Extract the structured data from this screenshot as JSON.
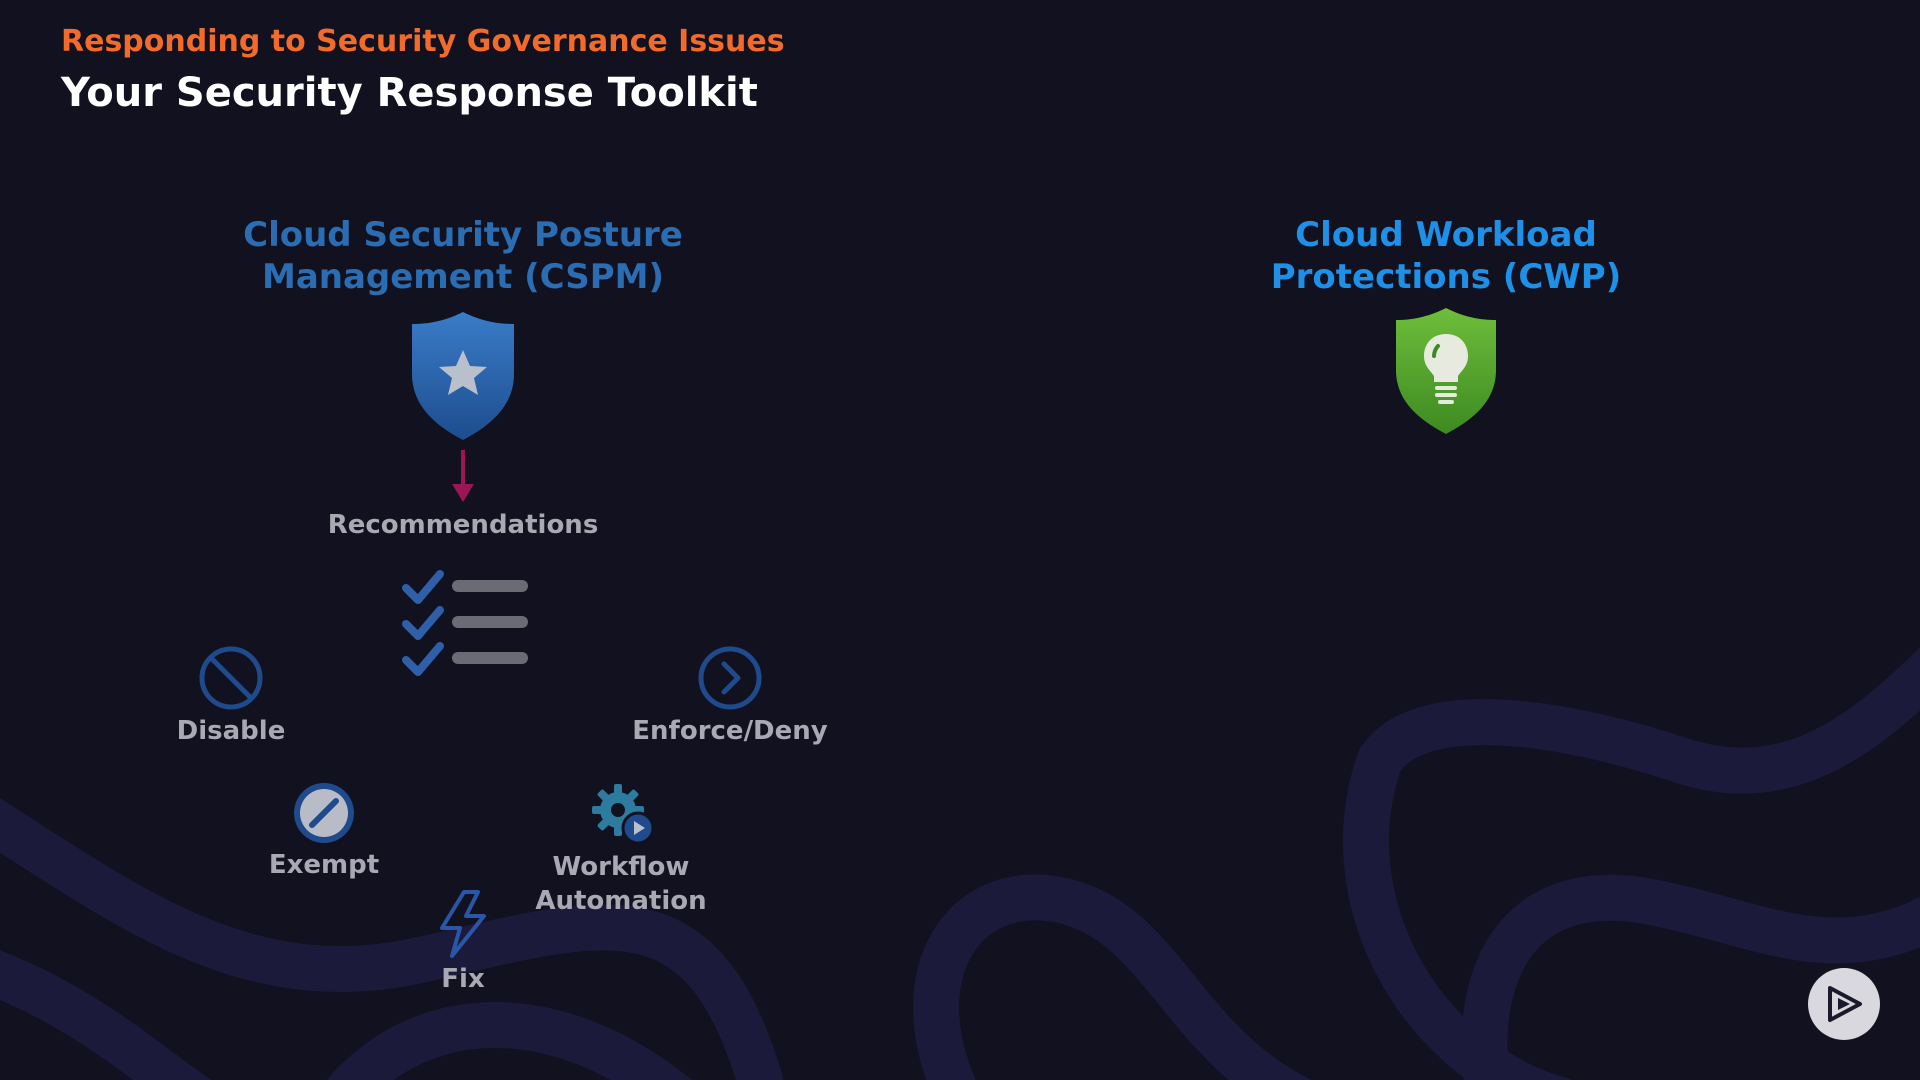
{
  "header": {
    "eyebrow": "Responding to Security Governance Issues",
    "title": "Your Security Response Toolkit"
  },
  "cspm": {
    "title_line1": "Cloud Security Posture",
    "title_line2": "Management (CSPM)",
    "icon": "shield-star-icon",
    "recommendations_label": "Recommendations",
    "actions": {
      "disable": "Disable",
      "enforce_deny": "Enforce/Deny",
      "exempt": "Exempt",
      "workflow_line1": "Workflow",
      "workflow_line2": "Automation",
      "fix": "Fix"
    }
  },
  "cwp": {
    "title_line1": "Cloud Workload",
    "title_line2": "Protections (CWP)",
    "icon": "shield-lightbulb-icon"
  },
  "colors": {
    "background": "#12111f",
    "eyebrow": "#f26b2a",
    "cspm_title": "#2a6db3",
    "cwp_title": "#1e90e8",
    "arrow": "#9c1555",
    "shield_blue": "#2a63ad",
    "shield_green": "#56a62c"
  }
}
